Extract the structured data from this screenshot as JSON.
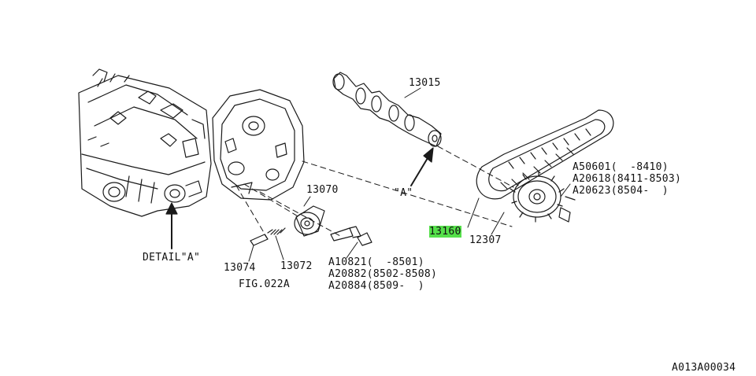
{
  "diagram": {
    "callouts": {
      "p13015": "13015",
      "p13070": "13070",
      "p13160": "13160",
      "p12307": "12307",
      "p13074": "13074",
      "p13072": "13072",
      "detail_a": "DETAIL\"A\"",
      "view_a": "\"A\"",
      "fig_ref": "FIG.022A"
    },
    "bolt_lists": {
      "sprocket_bolts": [
        "A50601(  -8410)",
        "A20618(8411-8503)",
        "A20623(8504-  )"
      ],
      "tensioner_bolts": [
        "A10821(  -8501)",
        "A20882(8502-8508)",
        "A20884(8509-  )"
      ]
    },
    "highlighted_part": "13160",
    "highlight_color": "#55e04a",
    "diagram_code": "A013A00034"
  }
}
